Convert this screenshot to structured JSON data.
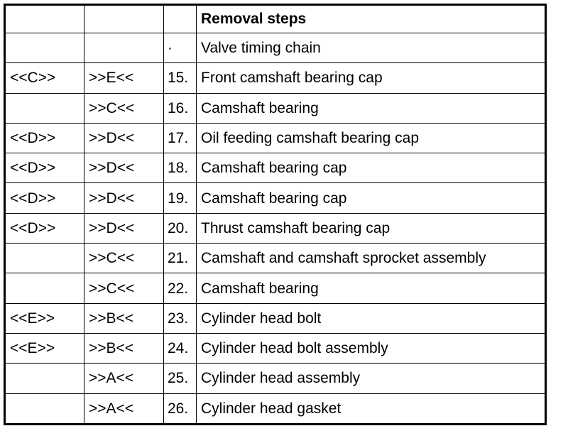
{
  "table": {
    "header": {
      "col1": "",
      "col2": "",
      "col3": "",
      "col4": "Removal steps"
    },
    "rows": [
      {
        "ref_a": "",
        "ref_b": "",
        "number": "·",
        "step": "Valve timing chain"
      },
      {
        "ref_a": "<<C>>",
        "ref_b": ">>E<<",
        "number": "15.",
        "step": "Front camshaft bearing cap"
      },
      {
        "ref_a": "",
        "ref_b": ">>C<<",
        "number": "16.",
        "step": "Camshaft bearing"
      },
      {
        "ref_a": "<<D>>",
        "ref_b": ">>D<<",
        "number": "17.",
        "step": "Oil feeding camshaft bearing cap"
      },
      {
        "ref_a": "<<D>>",
        "ref_b": ">>D<<",
        "number": "18.",
        "step": "Camshaft bearing cap"
      },
      {
        "ref_a": "<<D>>",
        "ref_b": ">>D<<",
        "number": "19.",
        "step": "Camshaft bearing cap"
      },
      {
        "ref_a": "<<D>>",
        "ref_b": ">>D<<",
        "number": "20.",
        "step": "Thrust camshaft bearing cap"
      },
      {
        "ref_a": "",
        "ref_b": ">>C<<",
        "number": "21.",
        "step": "Camshaft and camshaft sprocket assembly"
      },
      {
        "ref_a": "",
        "ref_b": ">>C<<",
        "number": "22.",
        "step": "Camshaft bearing"
      },
      {
        "ref_a": "<<E>>",
        "ref_b": ">>B<<",
        "number": "23.",
        "step": "Cylinder head bolt"
      },
      {
        "ref_a": "<<E>>",
        "ref_b": ">>B<<",
        "number": "24.",
        "step": "Cylinder head bolt assembly"
      },
      {
        "ref_a": "",
        "ref_b": ">>A<<",
        "number": "25.",
        "step": "Cylinder head assembly"
      },
      {
        "ref_a": "",
        "ref_b": ">>A<<",
        "number": "26.",
        "step": "Cylinder head gasket"
      }
    ]
  }
}
